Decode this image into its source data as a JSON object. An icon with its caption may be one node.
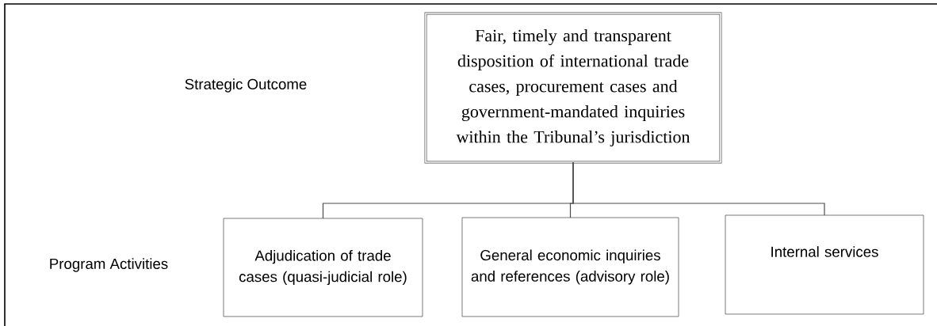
{
  "diagram": {
    "nodes": [
      {
        "text": [
          "Fair, timely and transparent disposition of international trade cases, procurement cases and government-mandated inquiries within the Tribunal’s jurisdiction"
        ]
      },
      {
        "text": [
          "Adjudication of trade cases (quasi-judicial role)"
        ]
      },
      {
        "text": [
          "General economic inquiries and references (advisory role)"
        ]
      },
      {
        "text": [
          "Internal services"
        ]
      }
    ],
    "edges": [
      {
        "from": 0,
        "to": 1,
        "arrow": "none"
      },
      {
        "from": 0,
        "to": 2,
        "arrow": "none"
      },
      {
        "from": 0,
        "to": 3,
        "arrow": "none"
      }
    ],
    "labels": [
      "Strategic Outcome",
      "Program Activities"
    ]
  }
}
